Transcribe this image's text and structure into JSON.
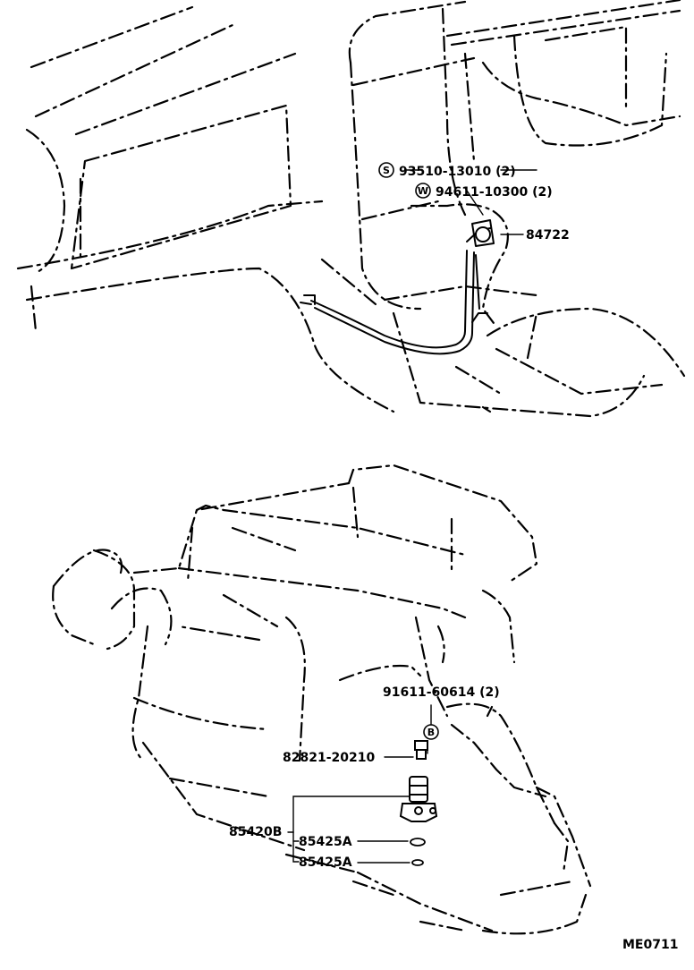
{
  "labels": {
    "bolt_s": "93510-13010 (2)",
    "washer_w": "94611-10300 (2)",
    "clamp": "84722",
    "bolt_engine": "91611-60614 (2)",
    "fitting": "82821-20210",
    "sensor": "85420B",
    "oring_1": "85425A",
    "oring_2": "85425A",
    "diagram_code": "ME0711"
  },
  "symbols": {
    "s_marker": "S",
    "w_marker": "W",
    "b_marker": "B"
  }
}
